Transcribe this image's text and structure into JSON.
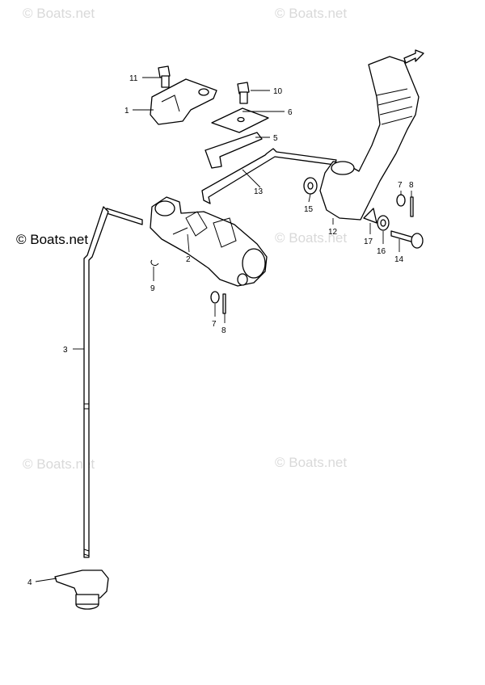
{
  "watermarks": {
    "top_left": "© Boats.net",
    "top_right": "© Boats.net",
    "mid_left": "© Boats.net",
    "mid_right": "© Boats.net",
    "low_left": "© Boats.net",
    "low_right": "© Boats.net"
  },
  "callouts": {
    "c1": "1",
    "c2": "2",
    "c3": "3",
    "c4": "4",
    "c5": "5",
    "c6": "6",
    "c7a": "7",
    "c7b": "7",
    "c8a": "8",
    "c8b": "8",
    "c9": "9",
    "c10": "10",
    "c11": "11",
    "c12": "12",
    "c13": "13",
    "c14": "14",
    "c15": "15",
    "c16": "16",
    "c17": "17"
  },
  "icons": {
    "direction": "fwd-arrow-icon"
  }
}
